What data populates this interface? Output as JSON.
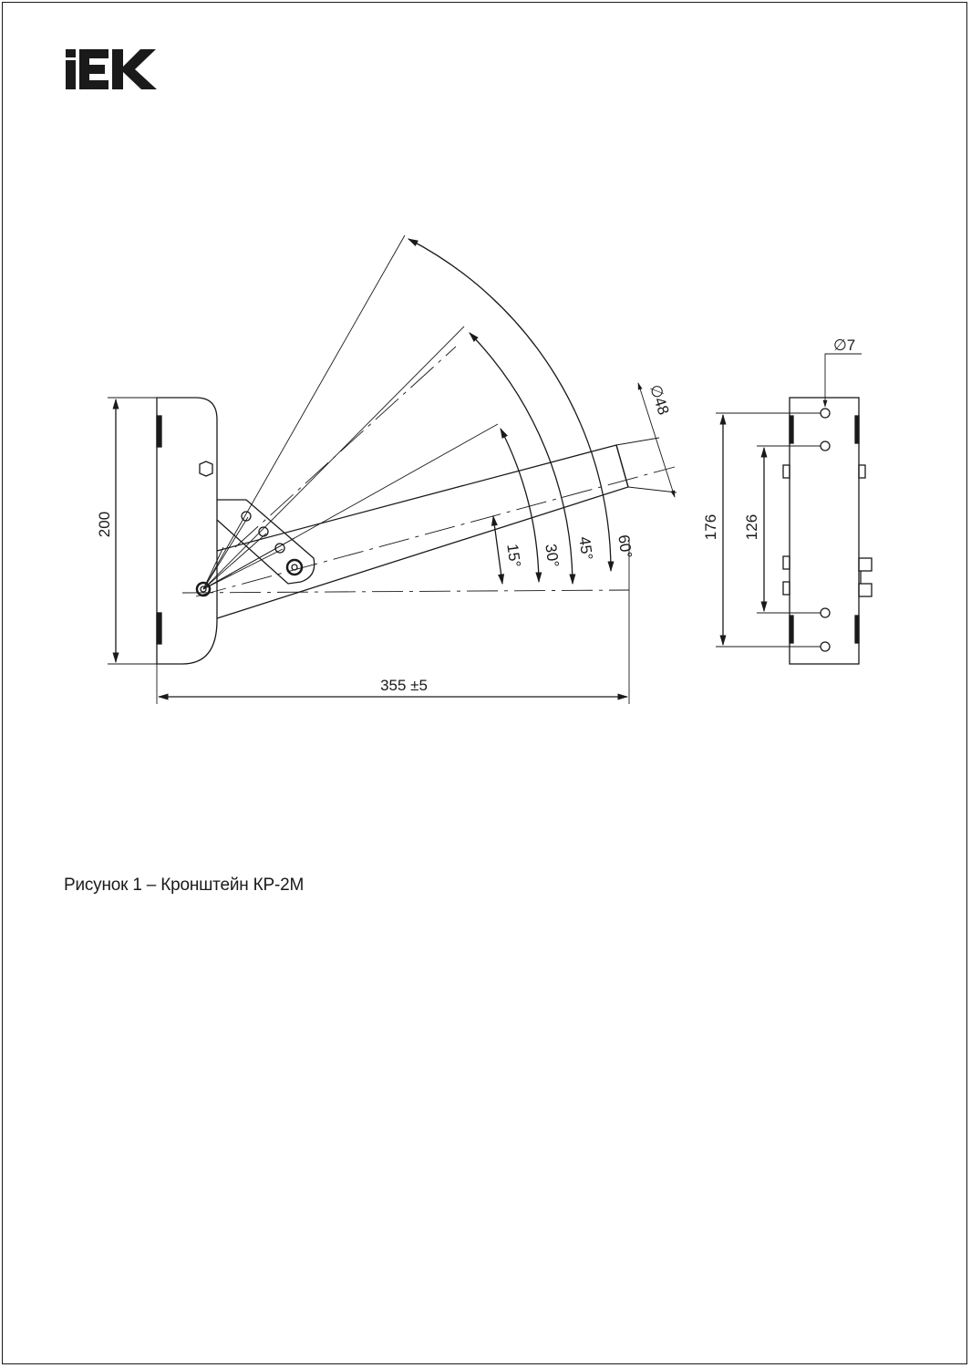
{
  "logo": {
    "text": "IEK",
    "color": "#1a1a1a"
  },
  "caption": "Рисунок 1 – Кронштейн КР-2М",
  "dimensions": {
    "height_main": "200",
    "length": "355 ±5",
    "pipe_diameter": "∅48",
    "angle_15": "15°",
    "angle_30": "30°",
    "angle_45": "45°",
    "angle_60": "60°",
    "side_height": "176",
    "hole_spacing": "126",
    "hole_diameter": "∅7"
  },
  "colors": {
    "line": "#1a1a1a",
    "background": "#ffffff"
  }
}
